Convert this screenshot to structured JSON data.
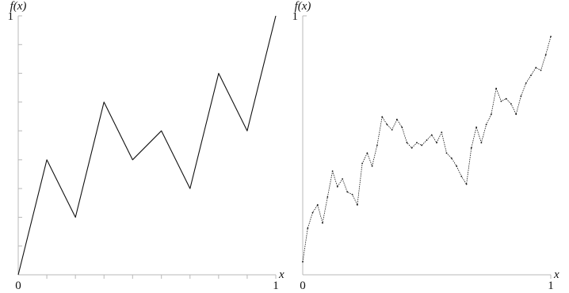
{
  "colors": {
    "axis": "#b8b8b8",
    "line": "#111111",
    "text": "#111111"
  },
  "chart_data": [
    {
      "type": "line",
      "title": "",
      "xlabel": "x",
      "ylabel": "f(x)",
      "xlim": [
        0,
        1
      ],
      "ylim": [
        0,
        1
      ],
      "x_tick_labels": [
        "0",
        "1"
      ],
      "y_tick_labels": [
        "1"
      ],
      "x_ticks": [
        0.111,
        0.222,
        0.333,
        0.444,
        0.556,
        0.667,
        0.778,
        0.889,
        1.0
      ],
      "y_ticks": [
        0.111,
        0.222,
        0.333,
        0.444,
        0.556,
        0.667,
        0.778,
        0.889,
        1.0
      ],
      "grid": false,
      "series": [
        {
          "x": [
            0,
            0.111,
            0.222,
            0.333,
            0.444,
            0.556,
            0.667,
            0.778,
            0.889,
            1.0
          ],
          "values": [
            0,
            0.444,
            0.222,
            0.667,
            0.444,
            0.556,
            0.333,
            0.778,
            0.556,
            1.0
          ]
        }
      ]
    },
    {
      "type": "line",
      "title": "",
      "xlabel": "x",
      "ylabel": "f(x)",
      "xlim": [
        0,
        1
      ],
      "ylim": [
        0,
        1
      ],
      "x_tick_labels": [
        "0",
        "1"
      ],
      "y_tick_labels": [
        "1"
      ],
      "x_ticks": [
        1.0
      ],
      "y_ticks": [
        1.0
      ],
      "grid": false,
      "series": [
        {
          "x": [
            0,
            0.02,
            0.04,
            0.06,
            0.08,
            0.1,
            0.12,
            0.14,
            0.16,
            0.18,
            0.2,
            0.22,
            0.24,
            0.26,
            0.28,
            0.3,
            0.32,
            0.34,
            0.36,
            0.38,
            0.4,
            0.42,
            0.44,
            0.46,
            0.48,
            0.5,
            0.52,
            0.54,
            0.56,
            0.58,
            0.6,
            0.62,
            0.64,
            0.66,
            0.68,
            0.7,
            0.72,
            0.74,
            0.76,
            0.78,
            0.8,
            0.82,
            0.84,
            0.86,
            0.88,
            0.9,
            0.92,
            0.94,
            0.96,
            0.98,
            1.0
          ],
          "values": [
            0.05,
            0.18,
            0.24,
            0.27,
            0.2,
            0.3,
            0.4,
            0.34,
            0.37,
            0.32,
            0.31,
            0.27,
            0.43,
            0.47,
            0.42,
            0.5,
            0.61,
            0.58,
            0.56,
            0.6,
            0.57,
            0.51,
            0.49,
            0.51,
            0.5,
            0.52,
            0.54,
            0.51,
            0.55,
            0.47,
            0.45,
            0.42,
            0.38,
            0.35,
            0.49,
            0.57,
            0.51,
            0.58,
            0.62,
            0.72,
            0.67,
            0.68,
            0.66,
            0.62,
            0.69,
            0.74,
            0.77,
            0.8,
            0.79,
            0.85,
            0.92
          ]
        }
      ]
    }
  ]
}
